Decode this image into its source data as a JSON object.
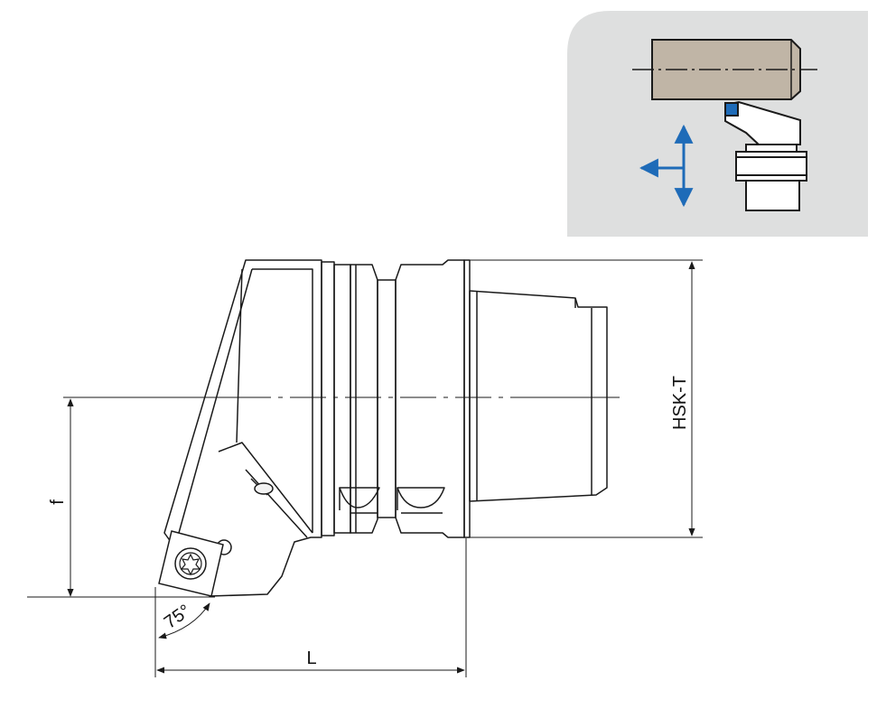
{
  "labels": {
    "f": "f",
    "L": "L",
    "hsk": "HSK-T",
    "angle": "75°"
  },
  "colors": {
    "inset_background": "#dedfdf",
    "workpiece": "#c0b5a6",
    "insert_accent": "#1e6bb8",
    "arrow": "#1e6bb8",
    "line": "#1a1a1a"
  },
  "icons": {
    "insert_screw": "torx-star-icon"
  }
}
